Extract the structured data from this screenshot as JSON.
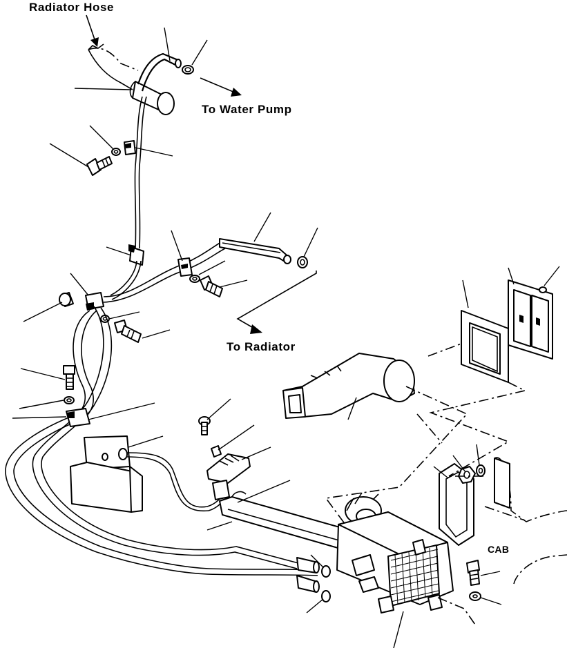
{
  "labels": {
    "radiator_hose": "Radiator Hose",
    "to_water_pump": "To Water Pump",
    "to_radiator": "To Radiator",
    "cab": "CAB"
  },
  "colors": {
    "ink": "#000000",
    "paper": "#ffffff"
  }
}
